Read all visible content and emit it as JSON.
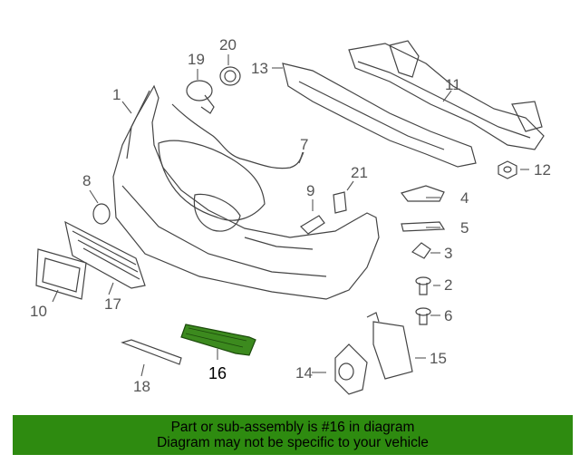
{
  "diagram": {
    "highlight_color": "#3c8a1e",
    "highlight_part": "16",
    "labels": {
      "p1": "1",
      "p2": "2",
      "p3": "3",
      "p4": "4",
      "p5": "5",
      "p6": "6",
      "p7": "7",
      "p8": "8",
      "p9": "9",
      "p10": "10",
      "p11": "11",
      "p12": "12",
      "p13": "13",
      "p14": "14",
      "p15": "15",
      "p16": "16",
      "p17": "17",
      "p18": "18",
      "p19": "19",
      "p20": "20",
      "p21": "21"
    }
  },
  "banner": {
    "color": "#2e8b10",
    "line1": "Part or sub-assembly is #16 in diagram",
    "line2": "Diagram may not be specific to your vehicle"
  }
}
